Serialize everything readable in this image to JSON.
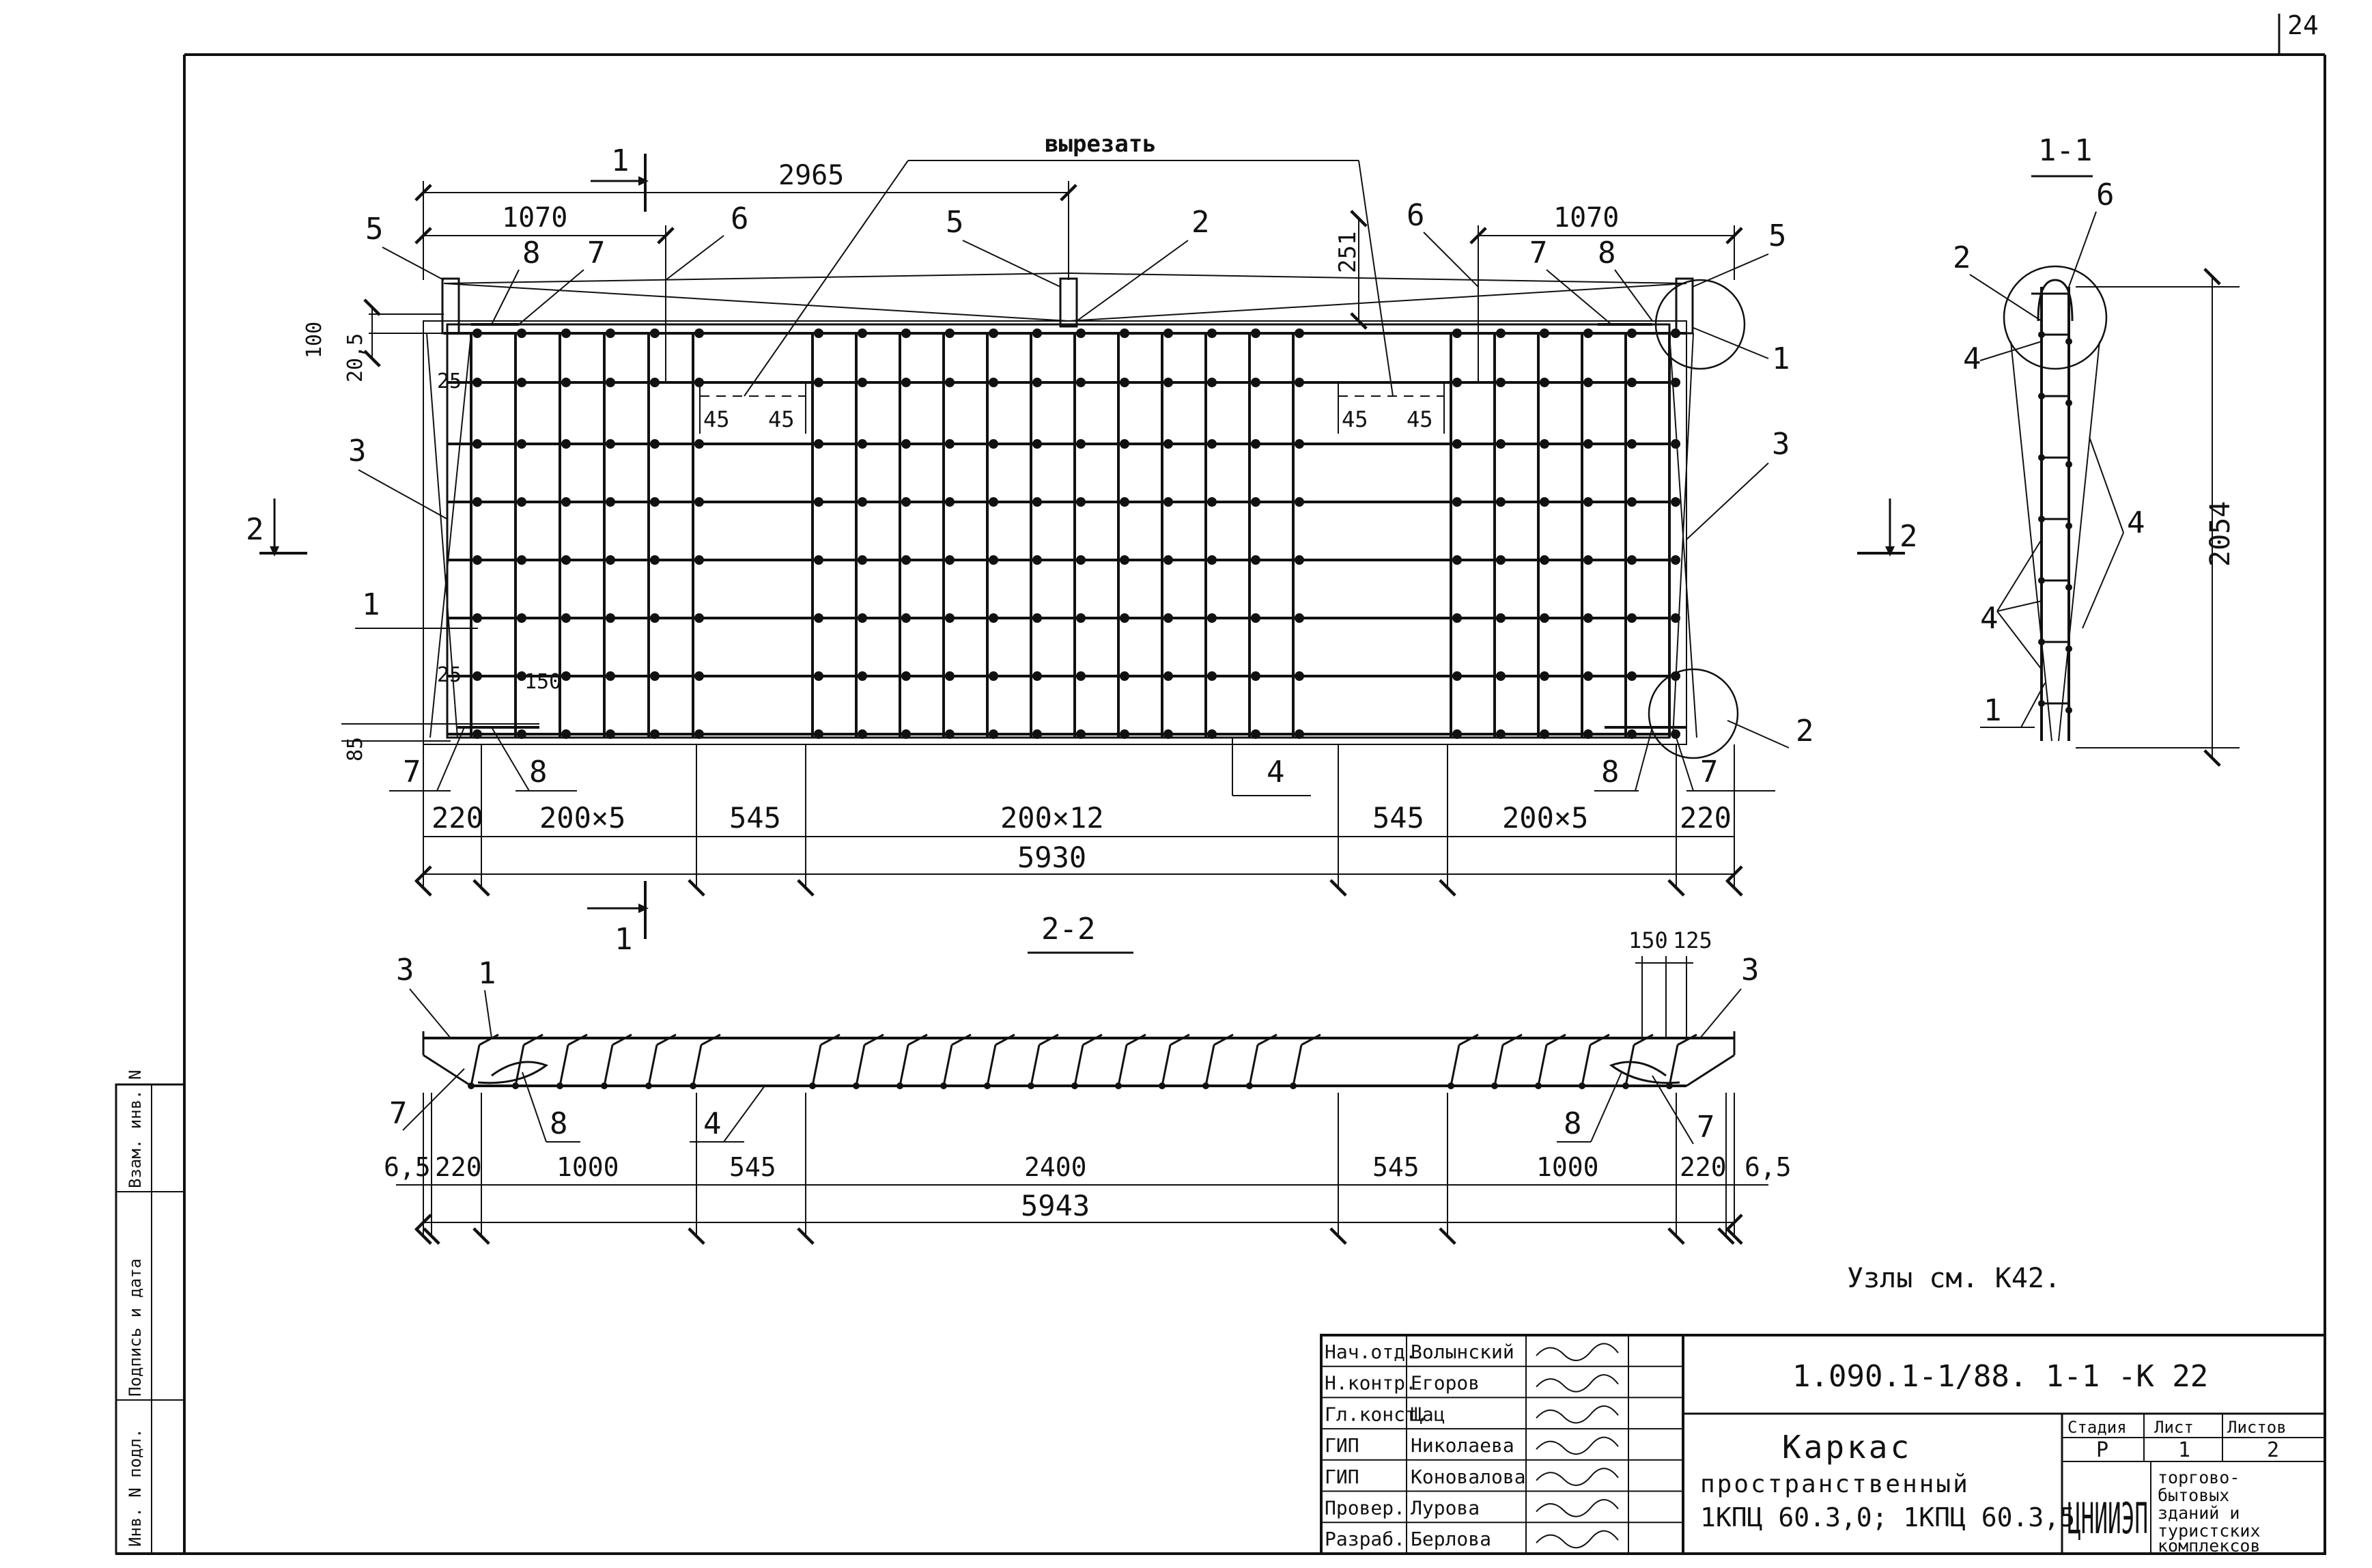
{
  "page_number": "24",
  "plan": {
    "note_cut": "вырезать",
    "dims": {
      "d2965": "2965",
      "d1070_left": "1070",
      "d1070_right": "1070",
      "d251": "251",
      "d100": "100",
      "d205": "20,5",
      "d25_top": "25",
      "d25_bottom": "25",
      "d150": "150",
      "d85": "85",
      "d45_1": "45",
      "d45_2": "45",
      "d45_3": "45",
      "d45_4": "45"
    },
    "chain": [
      "220",
      "200×5",
      "545",
      "200×12",
      "545",
      "200×5",
      "220"
    ],
    "total": "5930",
    "callouts": {
      "c5_left": "5",
      "c8_left_top": "8",
      "c7_left_top": "7",
      "c6_left": "6",
      "c5_mid": "5",
      "c2_mid": "2",
      "c6_right": "6",
      "c7_right_top": "7",
      "c8_right_top": "8",
      "c5_right": "5",
      "c1_right": "1",
      "c3_left": "3",
      "c3_right": "3",
      "c1_left": "1",
      "c7_left_bottom": "7",
      "c8_left_bottom": "8",
      "c4_bottom": "4",
      "c8_right_bottom": "8",
      "c7_right_bottom": "7",
      "c2_right": "2"
    },
    "section_marks": {
      "s1_top": "1",
      "s1_bottom": "1",
      "s2_left": "2",
      "s2_right": "2"
    }
  },
  "section_11": {
    "title": "1-1",
    "dim_height": "2054",
    "callouts": {
      "c6": "6",
      "c2": "2",
      "c4_top": "4",
      "c4_right": "4",
      "c4_mid": "4",
      "c1": "1"
    }
  },
  "section_22": {
    "title": "2-2",
    "top_dims": {
      "d150": "150",
      "d125": "125"
    },
    "chain": [
      "6,5",
      "220",
      "1000",
      "545",
      "2400",
      "545",
      "1000",
      "220",
      "6,5"
    ],
    "total": "5943",
    "callouts": {
      "c3_left": "3",
      "c1": "1",
      "c3_right": "3",
      "c7_left": "7",
      "c8_left": "8",
      "c4": "4",
      "c8_right": "8",
      "c7_right": "7"
    }
  },
  "note_nodes": "Узлы см. К42.",
  "stamp": {
    "side_labels": [
      "Инв. N подл.",
      "Подпись и дата",
      "Взам. инв. N"
    ],
    "rows": [
      {
        "role": "Нач.отд.",
        "name": "Волынский"
      },
      {
        "role": "Н.контр.",
        "name": "Егоров"
      },
      {
        "role": "Гл.конст.",
        "name": "Щац"
      },
      {
        "role": "ГИП",
        "name": "Николаева"
      },
      {
        "role": "ГИП",
        "name": "Коновалова"
      },
      {
        "role": "Провер.",
        "name": "Лурова"
      },
      {
        "role": "Разраб.",
        "name": "Берлова"
      }
    ],
    "code": "1.090.1-1/88. 1-1 -К 22",
    "title_line1": "Каркас",
    "title_line2": "пространственный",
    "title_line3": "1КПЦ 60.3,0; 1КПЦ 60.3,5",
    "stage_label": "Стадия",
    "sheet_label": "Лист",
    "sheets_label": "Листов",
    "stage_value": "Р",
    "sheet_value": "1",
    "sheets_value": "2",
    "org_logo": "ЦНИИЭП",
    "org_text": [
      "торгово-",
      "бытовых",
      "зданий и",
      "туристских",
      "комплексов"
    ]
  }
}
